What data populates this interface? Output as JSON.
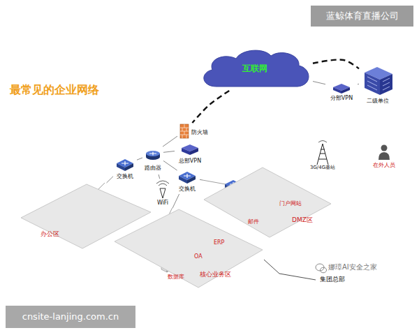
{
  "diagram": {
    "title": "最常见的企业网络",
    "nodes": [
      {
        "text": [
          "互联网"
        ]
      },
      {
        "text": [
          "分部VPN"
        ]
      },
      {
        "text": [
          "二级单位"
        ]
      },
      {
        "text": [
          "防火墙"
        ]
      },
      {
        "text": [
          "路由器"
        ]
      },
      {
        "text": [
          "总部VPN"
        ]
      },
      {
        "text": [
          "交换机"
        ]
      },
      {
        "text": [
          "交换机"
        ]
      },
      {
        "text": [
          "3G/4G基站"
        ]
      },
      {
        "text": [
          "在外人员"
        ]
      },
      {
        "text": [
          "WiFi"
        ]
      },
      {
        "text": [
          "办公区"
        ]
      },
      {
        "text": [
          "DMZ区"
        ]
      },
      {
        "text": [
          "邮件"
        ],
        "in": 12
      },
      {
        "text": [
          "门户网站"
        ],
        "in": 12
      },
      {
        "text": [
          "核心业务区"
        ]
      },
      {
        "text": [
          "ERP"
        ],
        "in": 15
      },
      {
        "text": [
          "OA"
        ],
        "in": 15
      },
      {
        "text": [
          "数据库"
        ],
        "in": 15
      }
    ],
    "edges": [
      {
        "from": 0,
        "to": 3,
        "arrow": "none"
      },
      {
        "from": 0,
        "to": 2,
        "arrow": "none"
      },
      {
        "from": 0,
        "to": 1,
        "arrow": "none"
      },
      {
        "from": 1,
        "to": 2,
        "arrow": "none"
      },
      {
        "from": 3,
        "to": 4,
        "arrow": "none"
      },
      {
        "from": 4,
        "to": 5,
        "arrow": "none"
      },
      {
        "from": 4,
        "to": 6,
        "arrow": "none"
      },
      {
        "from": 4,
        "to": 7,
        "arrow": "none"
      },
      {
        "from": 10,
        "to": 4,
        "arrow": "none"
      },
      {
        "from": 6,
        "to": 11,
        "arrow": "none"
      },
      {
        "from": 7,
        "to": 12,
        "arrow": "none"
      },
      {
        "from": 7,
        "to": 15,
        "arrow": "none"
      }
    ],
    "labels": [
      "蓝鲸体育直播公司",
      "集团总部",
      "娜璋AI安全之家",
      "cnsite-lanjing.com.cn"
    ]
  }
}
